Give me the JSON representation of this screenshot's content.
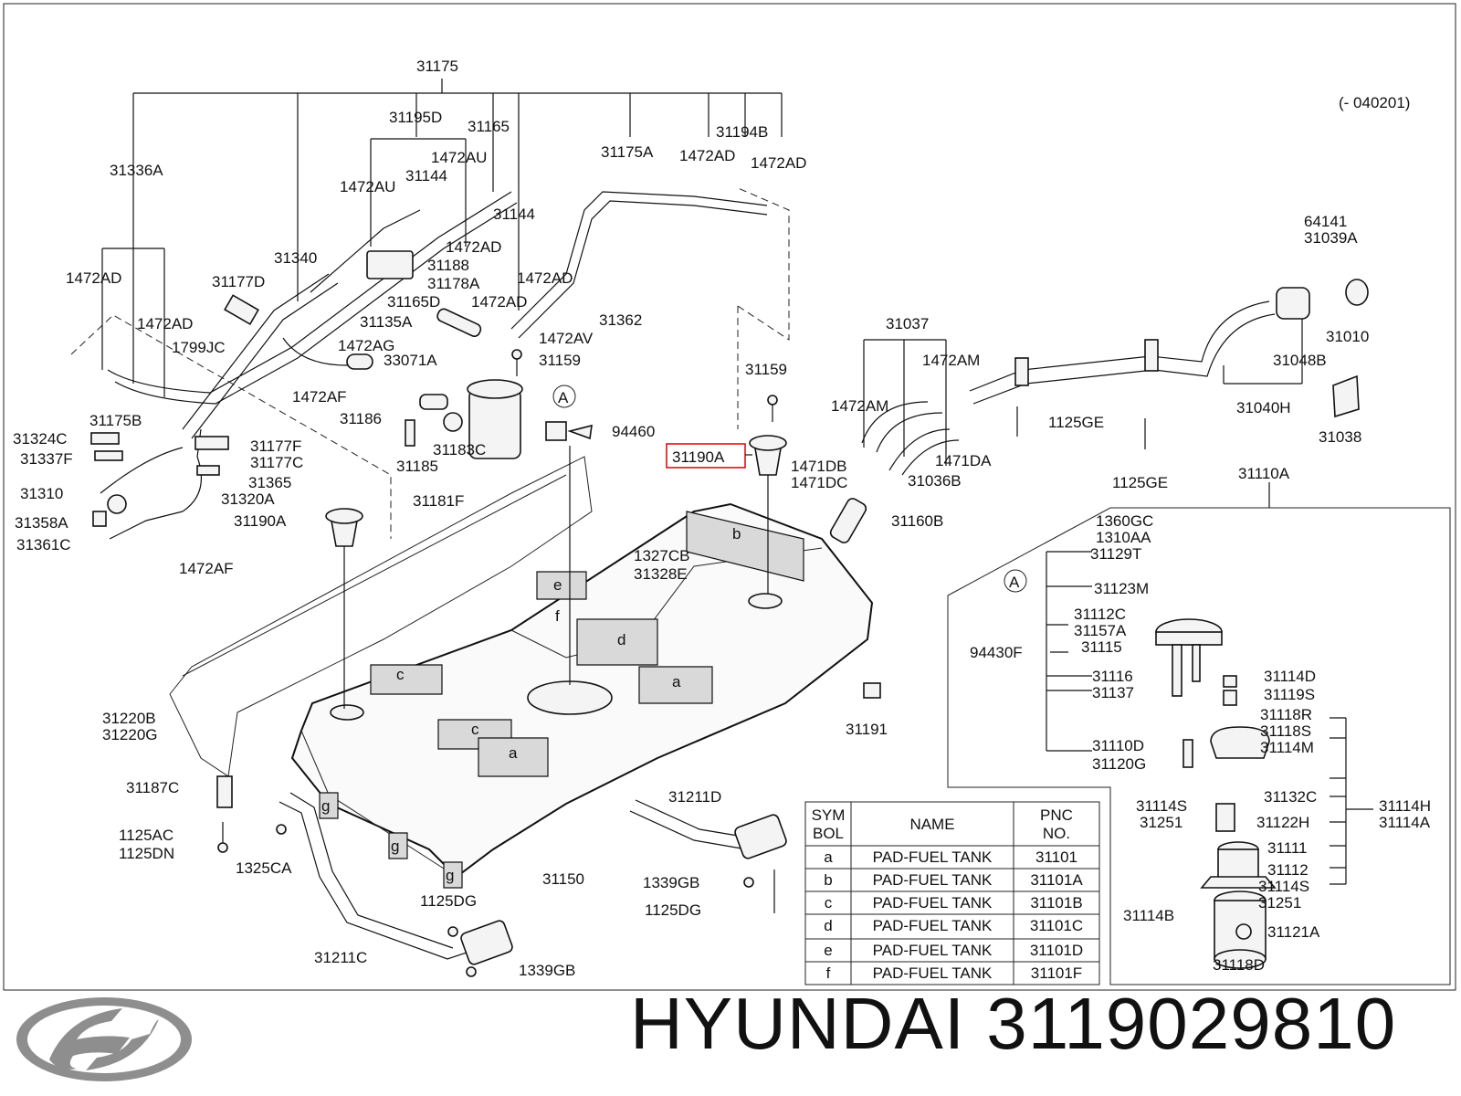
{
  "version_note": "(- 040201)",
  "highlighted_part": "31190A",
  "brand_text": "HYUNDAI 3119029810",
  "callout_letter": "A",
  "labels": {
    "p31175": "31175",
    "p31195D": "31195D",
    "p31165": "31165",
    "p31194B": "31194B",
    "p31175A": "31175A",
    "p1472AD_a": "1472AD",
    "p1472AD_b": "1472AD",
    "p31336A": "31336A",
    "p1472AU_a": "1472AU",
    "p1472AU_b": "1472AU",
    "p31144_a": "31144",
    "p31144_b": "31144",
    "p1472AD_c": "1472AD",
    "p31340": "31340",
    "p31188": "31188",
    "p1472AD_d": "1472AD",
    "p1472AD_e": "1472AD",
    "p31177D": "31177D",
    "p31178A": "31178A",
    "p31165D": "31165D",
    "p1472AD_f": "1472AD",
    "p1472AD_g": "1472AD",
    "p31135A": "31135A",
    "p31362": "31362",
    "p1799JC": "1799JC",
    "p1472AG": "1472AG",
    "p1472AV": "1472AV",
    "p33071A": "33071A",
    "p31159_a": "31159",
    "p31175B": "31175B",
    "p1472AF_a": "1472AF",
    "p31186": "31186",
    "p31324C": "31324C",
    "p31177F": "31177F",
    "p31337F": "31337F",
    "p31177C": "31177C",
    "p31183C": "31183C",
    "p31185": "31185",
    "p94460": "94460",
    "p31365": "31365",
    "p31310": "31310",
    "p31320A": "31320A",
    "p31181F": "31181F",
    "p31358A": "31358A",
    "p31190A_b": "31190A",
    "p31361C": "31361C",
    "p1472AF_b": "1472AF",
    "p31037": "31037",
    "p1472AM_a": "1472AM",
    "p1472AM_b": "1472AM",
    "p31159_b": "31159",
    "p1471DB": "1471DB",
    "p1471DC": "1471DC",
    "p1471DA": "1471DA",
    "p31036B": "31036B",
    "p1125GE_a": "1125GE",
    "p1125GE_b": "1125GE",
    "p31160B": "31160B",
    "p64141": "64141",
    "p31039A": "31039A",
    "p31010": "31010",
    "p31048B": "31048B",
    "p31040H": "31040H",
    "p31038": "31038",
    "p31110A": "31110A",
    "p1327CB": "1327CB",
    "p31328E": "31328E",
    "p31191": "31191",
    "p31220B": "31220B",
    "p31220G": "31220G",
    "p31187C": "31187C",
    "p1125AC": "1125AC",
    "p1125DN": "1125DN",
    "p1325CA": "1325CA",
    "p31211D": "31211D",
    "p31150": "31150",
    "p1339GB_a": "1339GB",
    "p1125DG_a": "1125DG",
    "p1125DG_b": "1125DG",
    "p31211C": "31211C",
    "p1339GB_b": "1339GB",
    "p1360GC": "1360GC",
    "p1310AA": "1310AA",
    "p31129T": "31129T",
    "p31123M": "31123M",
    "p31112C": "31112C",
    "p31157A": "31157A",
    "p94430F": "94430F",
    "p31115": "31115",
    "p31116": "31116",
    "p31114D": "31114D",
    "p31137": "31137",
    "p31119S": "31119S",
    "p31118R": "31118R",
    "p31118S": "31118S",
    "p31110D": "31110D",
    "p31114M": "31114M",
    "p31120G": "31120G",
    "p31114S_a": "31114S",
    "p31132C": "31132C",
    "p31114H": "31114H",
    "p31251_a": "31251",
    "p31122H": "31122H",
    "p31114A": "31114A",
    "p31111": "31111",
    "p31112": "31112",
    "p31114S_b": "31114S",
    "p31251_b": "31251",
    "p31114B": "31114B",
    "p31121A": "31121A",
    "p31118D": "31118D"
  },
  "pad_letters": {
    "a1": "a",
    "a2": "a",
    "b": "b",
    "c1": "c",
    "c2": "c",
    "d": "d",
    "e": "e",
    "f": "f",
    "g1": "g",
    "g2": "g",
    "g3": "g"
  },
  "table": {
    "headers": [
      "SYM\nBOL",
      "NAME",
      "PNC\nNO."
    ],
    "rows": [
      [
        "a",
        "PAD-FUEL TANK",
        "31101"
      ],
      [
        "b",
        "PAD-FUEL TANK",
        "31101A"
      ],
      [
        "c",
        "PAD-FUEL TANK",
        "31101B"
      ],
      [
        "d",
        "PAD-FUEL TANK",
        "31101C"
      ],
      [
        "e",
        "PAD-FUEL TANK",
        "31101D"
      ],
      [
        "f",
        "PAD-FUEL TANK",
        "31101F"
      ]
    ]
  }
}
